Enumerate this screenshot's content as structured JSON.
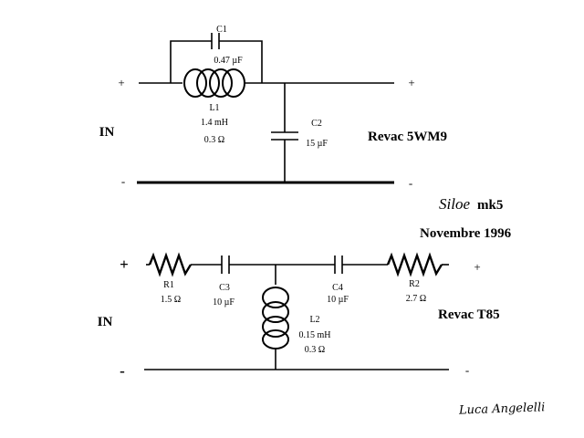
{
  "filter1": {
    "plus_in": "+",
    "plus_out": "+",
    "minus_in": "-",
    "minus_out": "-",
    "in_label": "IN",
    "name": "Revac 5WM9",
    "c1": {
      "name": "C1",
      "value": "0.47 µF"
    },
    "l1": {
      "name": "L1",
      "value": "1.4 mH",
      "resistance": "0.3 Ω"
    },
    "c2": {
      "name": "C2",
      "value": "15 µF"
    }
  },
  "title": {
    "model_italic": "Siloe",
    "model_suffix": "mk5",
    "date": "Novembre 1996"
  },
  "filter2": {
    "plus_in": "+",
    "plus_out": "+",
    "minus_in": "-",
    "minus_out": "-",
    "in_label": "IN",
    "name": "Revac T85",
    "r1": {
      "name": "R1",
      "value": "1.5 Ω"
    },
    "c3": {
      "name": "C3",
      "value": "10 µF"
    },
    "l2": {
      "name": "L2",
      "value": "0.15 mH",
      "resistance": "0.3 Ω"
    },
    "c4": {
      "name": "C4",
      "value": "10 µF"
    },
    "r2": {
      "name": "R2",
      "value": "2.7 Ω"
    }
  },
  "signature": "Luca Angelelli"
}
